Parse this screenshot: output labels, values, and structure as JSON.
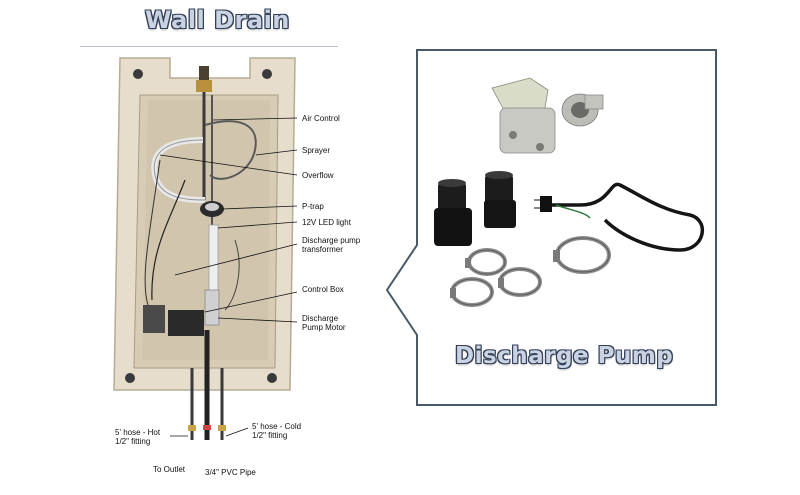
{
  "wall_drain": {
    "title": "Wall Drain",
    "labels": {
      "air_control": "Air Control",
      "sprayer": "Sprayer",
      "overflow": "Overflow",
      "p_trap": "P-trap",
      "led_light": "12V LED light",
      "transformer_line1": "Discharge pump",
      "transformer_line2": "transformer",
      "control_box": "Control Box",
      "motor_line1": "Discharge",
      "motor_line2": "Pump Motor",
      "hot_line1": "5' hose - Hot",
      "hot_line2": "1/2\" fitting",
      "cold_line1": "5' hose - Cold",
      "cold_line2": "1/2\" fitting",
      "to_outlet": "To Outlet",
      "pvc_pipe": "3/4\" PVC Pipe"
    }
  },
  "discharge_pump": {
    "title": "Discharge Pump"
  },
  "colors": {
    "title_fill": "#c9d3e2",
    "title_outline": "#34405a",
    "panel_border": "#4a5968",
    "box_beige": "#e6ddcc"
  }
}
